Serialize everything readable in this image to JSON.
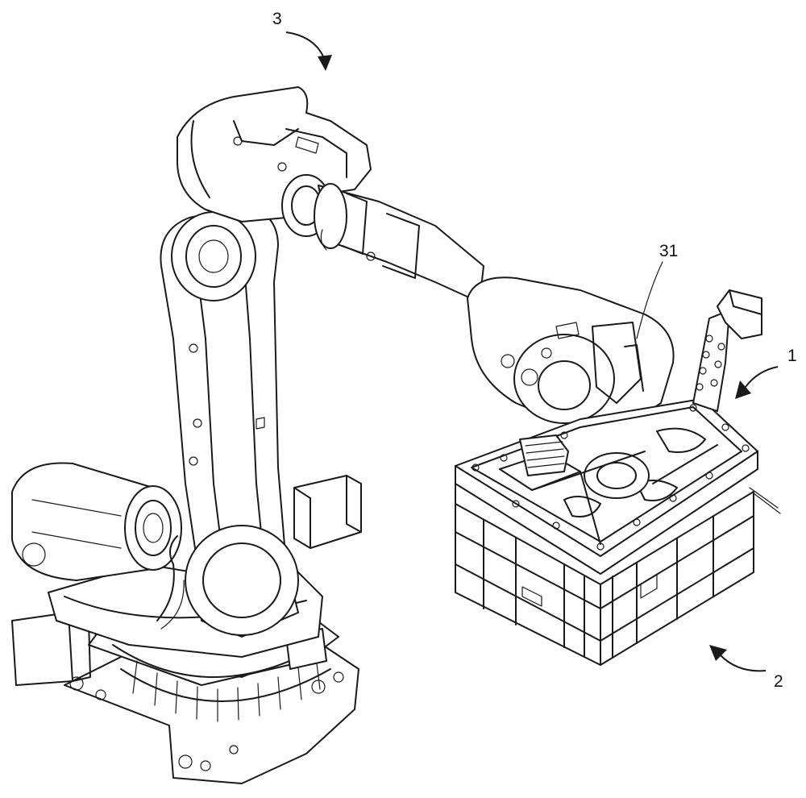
{
  "labels": {
    "robot": "3",
    "gripper": "1",
    "container": "2",
    "flange": "31"
  }
}
